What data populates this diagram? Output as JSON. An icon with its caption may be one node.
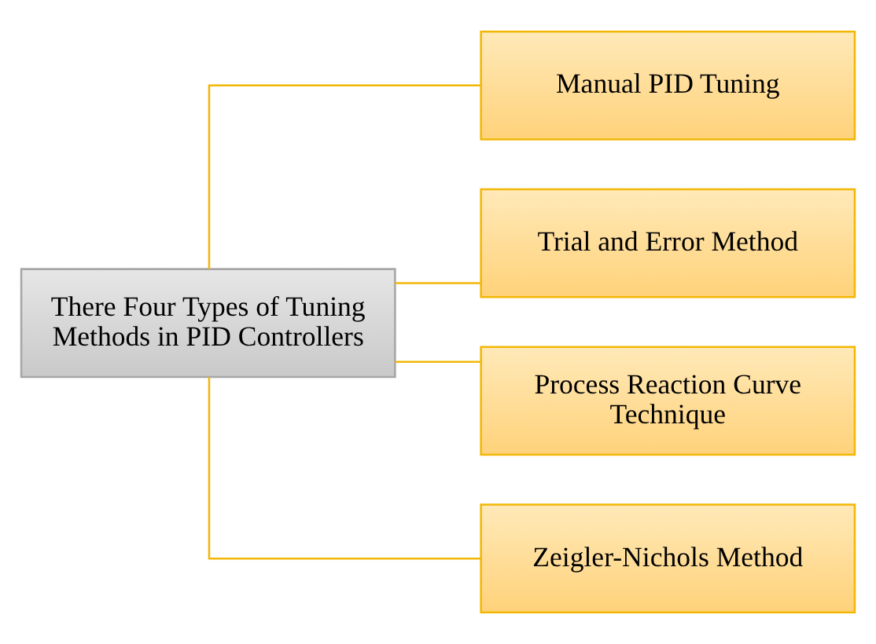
{
  "diagram": {
    "nodes": [
      {
        "text": [
          "There Four Types of Tuning Methods in PID Controllers"
        ]
      },
      {
        "text": [
          "Manual PID Tuning"
        ]
      },
      {
        "text": [
          "Trial and Error Method"
        ]
      },
      {
        "text": [
          "Process Reaction Curve Technique"
        ]
      },
      {
        "text": [
          "Zeigler-Nichols Method"
        ]
      }
    ],
    "edges": [
      {
        "from": 0,
        "to": 1,
        "arrow": "none"
      },
      {
        "from": 0,
        "to": 2,
        "arrow": "none"
      },
      {
        "from": 0,
        "to": 3,
        "arrow": "none"
      },
      {
        "from": 0,
        "to": 4,
        "arrow": "none"
      }
    ]
  }
}
